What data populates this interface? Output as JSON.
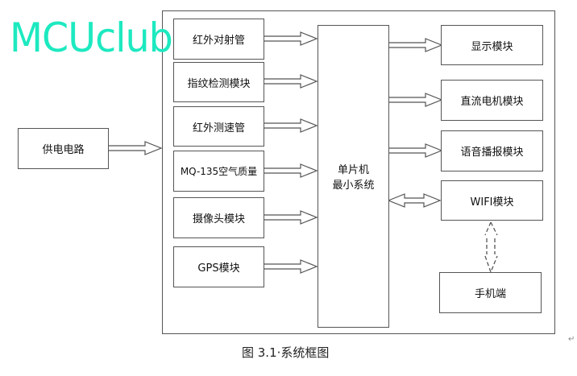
{
  "watermark": "MCUclub",
  "power": "供电电路",
  "inputs": [
    "红外对射管",
    "指纹检测模块",
    "红外测速管",
    "MQ-135空气质量",
    "摄像头模块",
    "GPS模块"
  ],
  "mcu": {
    "line1": "单片机",
    "line2": "最小系统"
  },
  "outputs": [
    "显示模块",
    "直流电机模块",
    "语音播报模块",
    "WIFI模块"
  ],
  "phone": "手机端",
  "caption": "图 3.1·系统框图",
  "para_mark": "↵"
}
